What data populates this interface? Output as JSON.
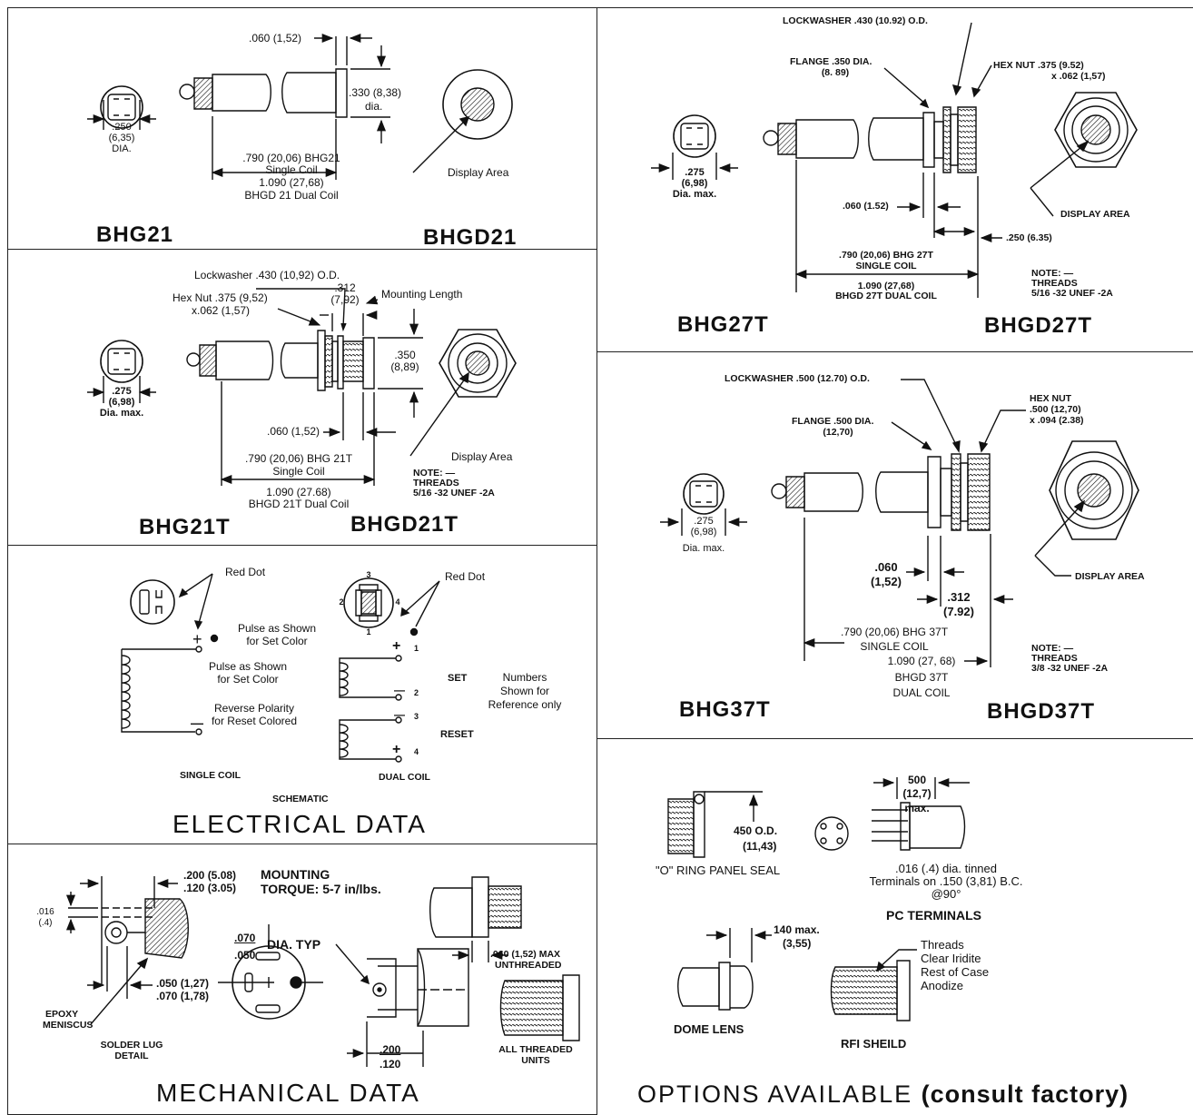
{
  "bhg21": {
    "dim_060": ".060 (1,52)",
    "dim_330": ".330 (8,38)",
    "dia": "dia.",
    "dim_250": ".250",
    "dim_635": "(6,35)",
    "dia_caps": "DIA.",
    "len_1": ".790 (20,06) BHG21",
    "len_2": "Single Coil",
    "len_3": "1.090 (27,68)",
    "len_4": "BHGD 21 Dual Coil",
    "display_area": "Display Area",
    "label_left": "BHG21",
    "label_right": "BHGD21"
  },
  "bhg21t": {
    "lockwasher": "Lockwasher .430 (10,92) O.D.",
    "hexnut_1": "Hex Nut .375 (9,52)",
    "hexnut_2": "x.062 (1,57)",
    "dim_312a": ".312",
    "dim_312b": "(7,92)",
    "mounting_length": "Mounting Length",
    "dim_350a": ".350",
    "dim_350b": "(8,89)",
    "dim_275": ".275",
    "dim_698": "(6,98)",
    "dia_max": "Dia. max.",
    "dim_060": ".060 (1,52)",
    "display_area": "Display Area",
    "len_1": ".790 (20,06) BHG 21T",
    "len_2": "Single  Coil",
    "len_3": "1.090 (27.68)",
    "len_4": "BHGD 21T Dual Coil",
    "note_1": "NOTE: —",
    "note_2": "THREADS",
    "note_3": "5/16 -32 UNEF -2A",
    "label_left": "BHG21T",
    "label_right": "BHGD21T"
  },
  "electrical": {
    "red_dot_1": "Red Dot",
    "red_dot_2": "Red Dot",
    "pulse_1a": "Pulse as Shown",
    "pulse_1b": "for Set Color",
    "pulse_2a": "Pulse as Shown",
    "pulse_2b": "for Set Color",
    "reverse_a": "Reverse Polarity",
    "reverse_b": "for Reset Colored",
    "plus": "+",
    "minus": "—",
    "set": "SET",
    "reset": "RESET",
    "numbers_a": "Numbers",
    "numbers_b": "Shown for",
    "numbers_c": "Reference only",
    "pin1": "1",
    "pin2": "2",
    "pin3": "3",
    "pin4": "4",
    "single_coil": "SINGLE COIL",
    "dual_coil": "DUAL COIL",
    "schematic": "SCHEMATIC",
    "title": "ELECTRICAL  DATA"
  },
  "mechanical": {
    "dim_200": ".200 (5.08)",
    "dim_120": ".120 (3.05)",
    "torque_1": "MOUNTING",
    "torque_2": "TORQUE: 5-7 in/lbs.",
    "dim_016a": ".016",
    "dim_016b": "(.4)",
    "dim_070": ".070",
    "dim_050": ".050",
    "dia_typ": "DIA. TYP",
    "dim_060max_a": ".060 (1,52) MAX",
    "dim_060max_b": "UNTHREADED",
    "dim_050_127": ".050 (1,27)",
    "dim_070_178": ".070 (1,78)",
    "epoxy_a": "EPOXY",
    "epoxy_b": "MENISCUS",
    "solder_a": "SOLDER LUG",
    "solder_b": "DETAIL",
    "dim_200b": ".200",
    "dim_120b": ".120",
    "all_threaded_a": "ALL THREADED",
    "all_threaded_b": "UNITS",
    "title": "MECHANICAL  DATA"
  },
  "bhg27t": {
    "lockwasher": "LOCKWASHER .430 (10.92) O.D.",
    "flange_1": "FLANGE .350 DIA.",
    "flange_2": "(8. 89)",
    "hexnut_1": "HEX NUT .375 (9.52)",
    "hexnut_2": "x .062 (1,57)",
    "dim_275": ".275",
    "dim_698": "(6,98)",
    "dia_max": "Dia. max.",
    "dim_060": ".060 (1.52)",
    "display_area": "DISPLAY AREA",
    "dim_250": ".250 (6.35)",
    "len_1": ".790 (20,06) BHG 27T",
    "len_2": "SINGLE COIL",
    "len_3": "1.090 (27,68)",
    "len_4": "BHGD 27T DUAL COIL",
    "note_1": "NOTE: —",
    "note_2": "THREADS",
    "note_3": "5/16 -32 UNEF -2A",
    "label_left": "BHG27T",
    "label_right": "BHGD27T"
  },
  "bhg37t": {
    "lockwasher": "LOCKWASHER .500 (12.70) O.D.",
    "flange_1": "FLANGE .500 DIA.",
    "flange_2": "(12,70)",
    "hexnut_1": "HEX NUT",
    "hexnut_2": ".500 (12,70)",
    "hexnut_3": "x .094 (2.38)",
    "dim_275": ".275",
    "dim_698": "(6,98)",
    "dia_max": "Dia. max.",
    "dim_060a": ".060",
    "dim_060b": "(1,52)",
    "dim_312a": ".312",
    "dim_312b": "(7.92)",
    "display_area": "DISPLAY AREA",
    "len_1": ".790 (20,06) BHG 37T",
    "len_2": "SINGLE COIL",
    "len_3": "1.090 (27, 68)",
    "len_4": "BHGD 37T",
    "len_5": "DUAL COIL",
    "note_1": "NOTE: —",
    "note_2": "THREADS",
    "note_3": "3/8 -32 UNEF -2A",
    "label_left": "BHG37T",
    "label_right": "BHGD37T"
  },
  "options": {
    "dim_500a": "500",
    "dim_500b": "(12,7)",
    "dim_500c": "max.",
    "dim_450a": "450 O.D.",
    "dim_450b": "(11,43)",
    "o_ring": "\"O\" RING PANEL SEAL",
    "pc_1": ".016 (.4)  dia. tinned",
    "pc_2": "Terminals on .150 (3,81) B.C.",
    "pc_3": "@90°",
    "pc_terminals": "PC TERMINALS",
    "dim_140a": "140 max.",
    "dim_140b": "(3,55)",
    "threads_1": "Threads",
    "threads_2": "Clear Iridite",
    "threads_3": "Rest of Case",
    "threads_4": "Anodize",
    "dome_lens": "DOME LENS",
    "rfi": "RFI SHEILD",
    "title_main": "OPTIONS  AVAILABLE",
    "title_sub": "(consult  factory)"
  }
}
